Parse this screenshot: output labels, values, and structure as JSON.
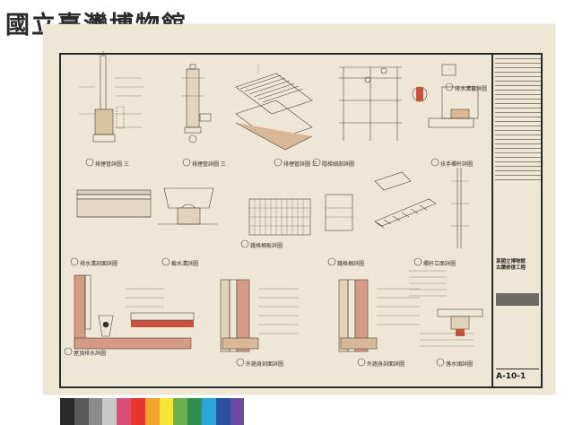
{
  "header": {
    "museum_name": "國立臺灣博物館"
  },
  "title_block": {
    "project_line1": "某國立博物館",
    "project_line2": "古蹟修復工程",
    "sheet_number": "A-10-1"
  },
  "details": [
    {
      "caption": "排煙管詳圖 三"
    },
    {
      "caption": "排煙管詳圖 三"
    },
    {
      "caption": "排煙管詳圖 三"
    },
    {
      "caption": "階梯細部詳圖"
    },
    {
      "caption": "扶手欄杆詳圖"
    },
    {
      "caption": "排水溝蓋詳圖"
    },
    {
      "caption": "排水溝剖面詳圖"
    },
    {
      "caption": "截水溝詳圖"
    },
    {
      "caption": "鐵格柵板詳圖"
    },
    {
      "caption": "鐵格柵詳圖"
    },
    {
      "caption": "欄杆立面詳圖"
    },
    {
      "caption": "屋頂排水詳圖"
    },
    {
      "caption": "外牆身剖面詳圖"
    },
    {
      "caption": "外牆身剖面詳圖"
    },
    {
      "caption": "落水頭詳圖"
    }
  ],
  "colors": {
    "paper": "#efe7d5",
    "ink": "#2b2b2b",
    "pencil": "#6b6459",
    "masonry": "#d79a86",
    "accent_red": "#c8523e"
  },
  "color_bar": [
    "#2a2a2a",
    "#5a5a5a",
    "#8c8c8c",
    "#c8c8c8",
    "#d94f7a",
    "#e8362f",
    "#f2a32a",
    "#f5e636",
    "#6ab04c",
    "#2f8f4e",
    "#2aa7d9",
    "#2b4fa3",
    "#6b4aa0",
    "#ffffff"
  ]
}
